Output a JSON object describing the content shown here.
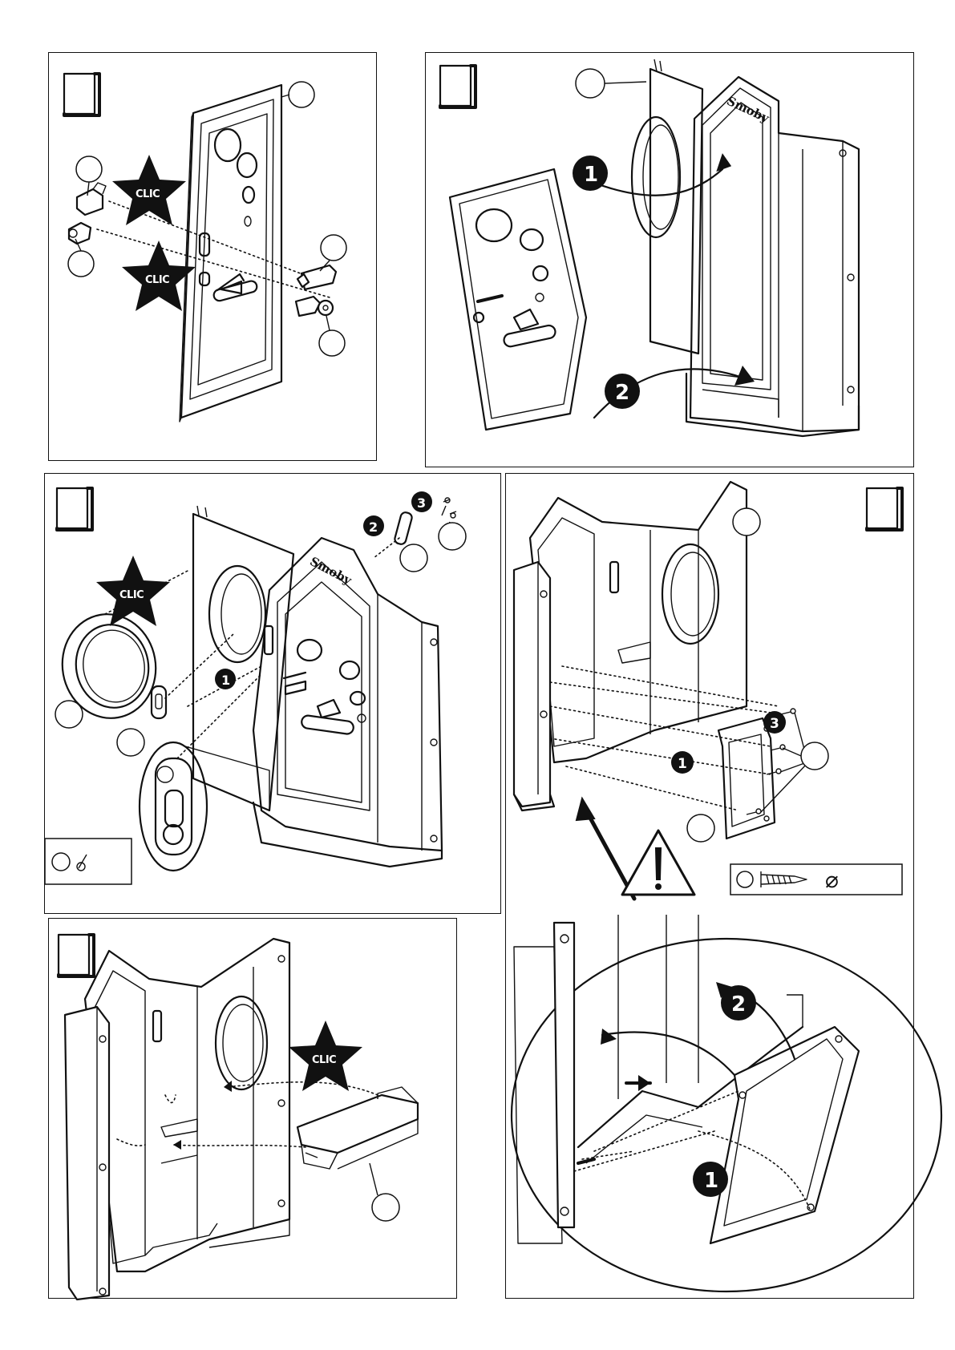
{
  "labels": {
    "clic": "CLIC",
    "brand": "Smoby",
    "diameter": "⌀",
    "step1": "1",
    "step2": "2",
    "step3": "3"
  },
  "colors": {
    "ink": "#111111",
    "paper": "#ffffff"
  },
  "icons": {
    "warning": "warning-triangle-icon",
    "screw": "screw-icon",
    "star": "star-burst-icon"
  }
}
